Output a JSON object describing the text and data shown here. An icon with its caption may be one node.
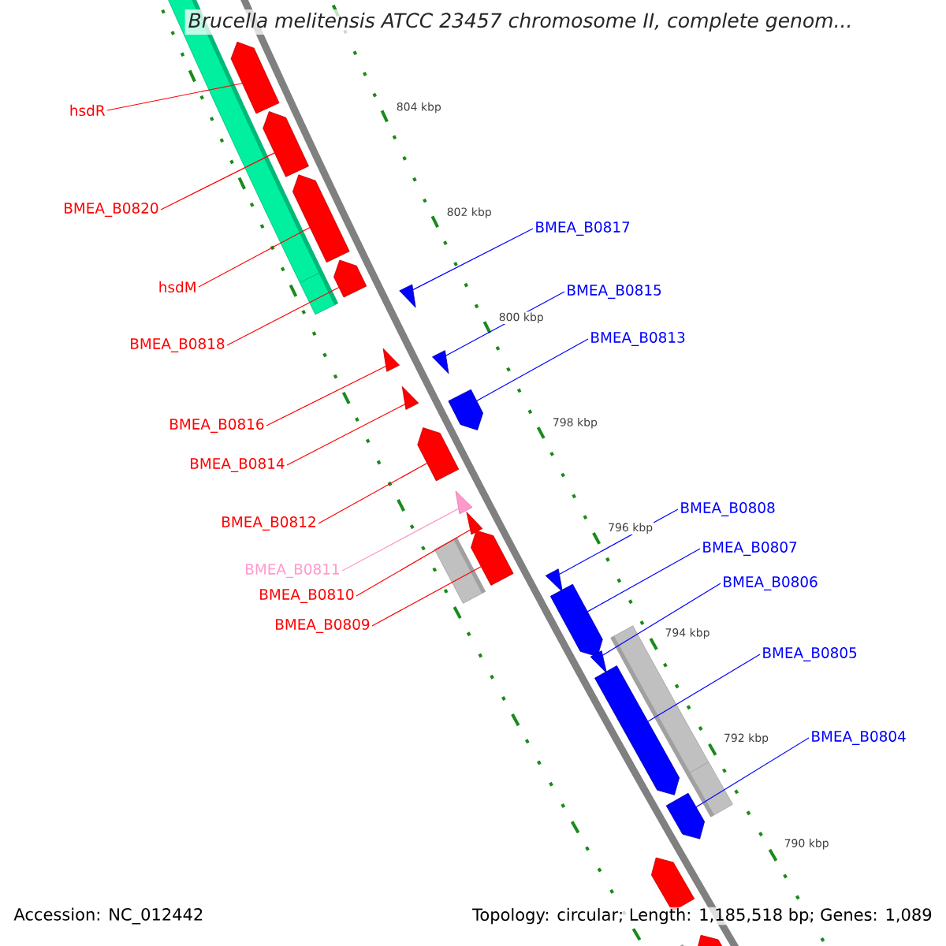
{
  "diagram": {
    "title": "Brucella melitensis ATCC 23457 chromosome II, complete genom...",
    "nodes": [
      {
        "text": [
          "hsdR"
        ]
      },
      {
        "text": [
          "BMEA_B0820"
        ]
      },
      {
        "text": [
          "hsdM"
        ]
      },
      {
        "text": [
          "BMEA_B0818"
        ]
      },
      {
        "text": [
          "BMEA_B0816"
        ]
      },
      {
        "text": [
          "BMEA_B0814"
        ]
      },
      {
        "text": [
          "BMEA_B0812"
        ]
      },
      {
        "text": [
          "BMEA_B0811"
        ]
      },
      {
        "text": [
          "BMEA_B0810"
        ]
      },
      {
        "text": [
          "BMEA_B0809"
        ]
      },
      {
        "text": [
          "BMEA_B0817"
        ]
      },
      {
        "text": [
          "BMEA_B0815"
        ]
      },
      {
        "text": [
          "BMEA_B0813"
        ]
      },
      {
        "text": [
          "BMEA_B0808"
        ]
      },
      {
        "text": [
          "BMEA_B0807"
        ]
      },
      {
        "text": [
          "BMEA_B0806"
        ]
      },
      {
        "text": [
          "BMEA_B0805"
        ]
      },
      {
        "text": [
          "BMEA_B0804"
        ]
      },
      {
        "text": [],
        "shape": "arrow"
      },
      {
        "text": [],
        "shape": "arrow"
      },
      {
        "text": [],
        "shape": "arrow"
      },
      {
        "text": [],
        "shape": "arrow"
      },
      {
        "text": [],
        "shape": "triangle"
      },
      {
        "text": [],
        "shape": "triangle"
      },
      {
        "text": [],
        "shape": "arrow"
      },
      {
        "text": [],
        "shape": "triangle"
      },
      {
        "text": [],
        "shape": "triangle"
      },
      {
        "text": [],
        "shape": "arrow"
      },
      {
        "text": [],
        "shape": "triangle"
      },
      {
        "text": [],
        "shape": "triangle"
      },
      {
        "text": [],
        "shape": "arrow"
      },
      {
        "text": [],
        "shape": "triangle"
      },
      {
        "text": [],
        "shape": "arrow"
      },
      {
        "text": [],
        "shape": "triangle"
      },
      {
        "text": [],
        "shape": "arrow"
      },
      {
        "text": [],
        "shape": "arrow"
      },
      {
        "text": [],
        "shape": "arrow"
      },
      {
        "text": [],
        "shape": "arrow"
      }
    ],
    "edges": [
      {
        "from": 0,
        "to": 18,
        "arrow": "none"
      },
      {
        "from": 1,
        "to": 19,
        "arrow": "none"
      },
      {
        "from": 2,
        "to": 20,
        "arrow": "none"
      },
      {
        "from": 3,
        "to": 21,
        "arrow": "none"
      },
      {
        "from": 4,
        "to": 22,
        "arrow": "none"
      },
      {
        "from": 5,
        "to": 23,
        "arrow": "none"
      },
      {
        "from": 6,
        "to": 24,
        "arrow": "none"
      },
      {
        "from": 7,
        "to": 25,
        "arrow": "none",
        "color": "#ff99cc"
      },
      {
        "from": 8,
        "to": 26,
        "arrow": "none"
      },
      {
        "from": 9,
        "to": 27,
        "arrow": "none"
      },
      {
        "from": 10,
        "to": 28,
        "arrow": "none",
        "color": "#0000ff"
      },
      {
        "from": 11,
        "to": 29,
        "arrow": "none",
        "color": "#0000ff"
      },
      {
        "from": 12,
        "to": 30,
        "arrow": "none",
        "color": "#0000ff"
      },
      {
        "from": 13,
        "to": 31,
        "arrow": "none",
        "color": "#0000ff"
      },
      {
        "from": 14,
        "to": 32,
        "arrow": "none",
        "color": "#0000ff"
      },
      {
        "from": 15,
        "to": 33,
        "arrow": "none",
        "color": "#0000ff"
      },
      {
        "from": 16,
        "to": 34,
        "arrow": "none",
        "color": "#0000ff"
      },
      {
        "from": 17,
        "to": 35,
        "arrow": "none",
        "color": "#0000ff"
      }
    ],
    "labels": [
      "804 kbp",
      "802 kbp",
      "800 kbp",
      "798 kbp",
      "796 kbp",
      "794 kbp",
      "792 kbp",
      "790 kbp",
      "Accession: NC_012442",
      "Topology: circular; Length: 1,185,518 bp; Genes: 1,089"
    ]
  }
}
